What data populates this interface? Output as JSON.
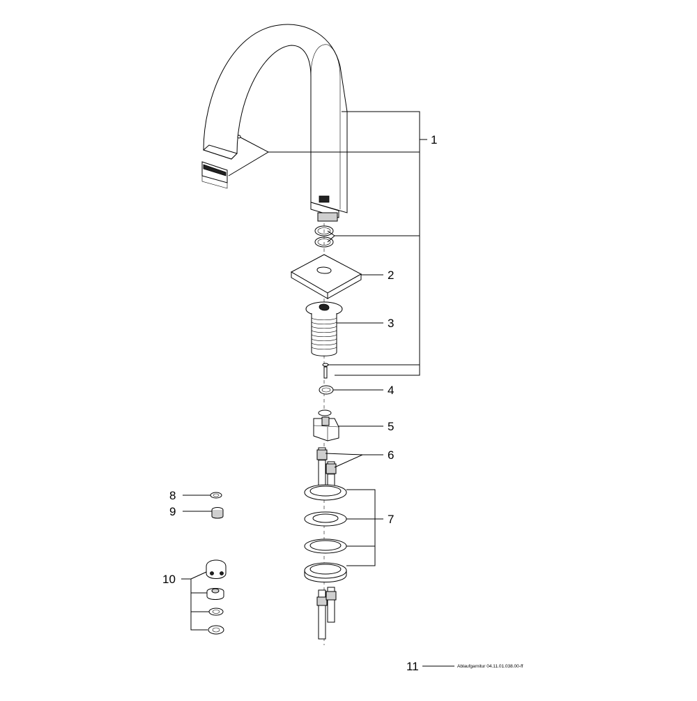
{
  "callouts": [
    {
      "id": "1",
      "label": "1"
    },
    {
      "id": "2",
      "label": "2"
    },
    {
      "id": "3",
      "label": "3"
    },
    {
      "id": "4",
      "label": "4"
    },
    {
      "id": "5",
      "label": "5"
    },
    {
      "id": "6",
      "label": "6"
    },
    {
      "id": "7",
      "label": "7"
    },
    {
      "id": "8",
      "label": "8"
    },
    {
      "id": "9",
      "label": "9"
    },
    {
      "id": "10",
      "label": "10"
    },
    {
      "id": "11",
      "label": "11"
    }
  ],
  "drain_note": "Ablaufgarnitur 04.11.01.038.00-ff"
}
